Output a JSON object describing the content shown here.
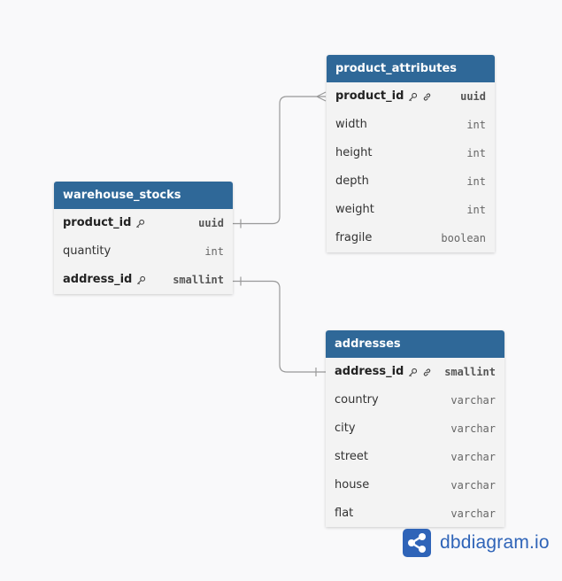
{
  "colors": {
    "header": "#2f6898",
    "table_bg": "#f3f3f3",
    "connector": "#999999",
    "logo": "#2f64b8"
  },
  "tables": {
    "warehouse_stocks": {
      "name": "warehouse_stocks",
      "fields": [
        {
          "name": "product_id",
          "type": "uuid",
          "pk": true,
          "icons": [
            "key-icon"
          ]
        },
        {
          "name": "quantity",
          "type": "int",
          "pk": false,
          "icons": []
        },
        {
          "name": "address_id",
          "type": "smallint",
          "pk": true,
          "icons": [
            "key-icon"
          ]
        }
      ]
    },
    "product_attributes": {
      "name": "product_attributes",
      "fields": [
        {
          "name": "product_id",
          "type": "uuid",
          "pk": true,
          "icons": [
            "key-icon",
            "link-icon"
          ]
        },
        {
          "name": "width",
          "type": "int",
          "pk": false,
          "icons": []
        },
        {
          "name": "height",
          "type": "int",
          "pk": false,
          "icons": []
        },
        {
          "name": "depth",
          "type": "int",
          "pk": false,
          "icons": []
        },
        {
          "name": "weight",
          "type": "int",
          "pk": false,
          "icons": []
        },
        {
          "name": "fragile",
          "type": "boolean",
          "pk": false,
          "icons": []
        }
      ]
    },
    "addresses": {
      "name": "addresses",
      "fields": [
        {
          "name": "address_id",
          "type": "smallint",
          "pk": true,
          "icons": [
            "key-icon",
            "link-icon"
          ]
        },
        {
          "name": "country",
          "type": "varchar",
          "pk": false,
          "icons": []
        },
        {
          "name": "city",
          "type": "varchar",
          "pk": false,
          "icons": []
        },
        {
          "name": "street",
          "type": "varchar",
          "pk": false,
          "icons": []
        },
        {
          "name": "house",
          "type": "varchar",
          "pk": false,
          "icons": []
        },
        {
          "name": "flat",
          "type": "varchar",
          "pk": false,
          "icons": []
        }
      ]
    }
  },
  "relationships": [
    {
      "from": "warehouse_stocks.product_id",
      "to": "product_attributes.product_id",
      "from_end": "one",
      "to_end": "many"
    },
    {
      "from": "warehouse_stocks.address_id",
      "to": "addresses.address_id",
      "from_end": "one",
      "to_end": "one"
    }
  ],
  "logo": {
    "text": "dbdiagram.io",
    "icon": "share-nodes-icon"
  }
}
